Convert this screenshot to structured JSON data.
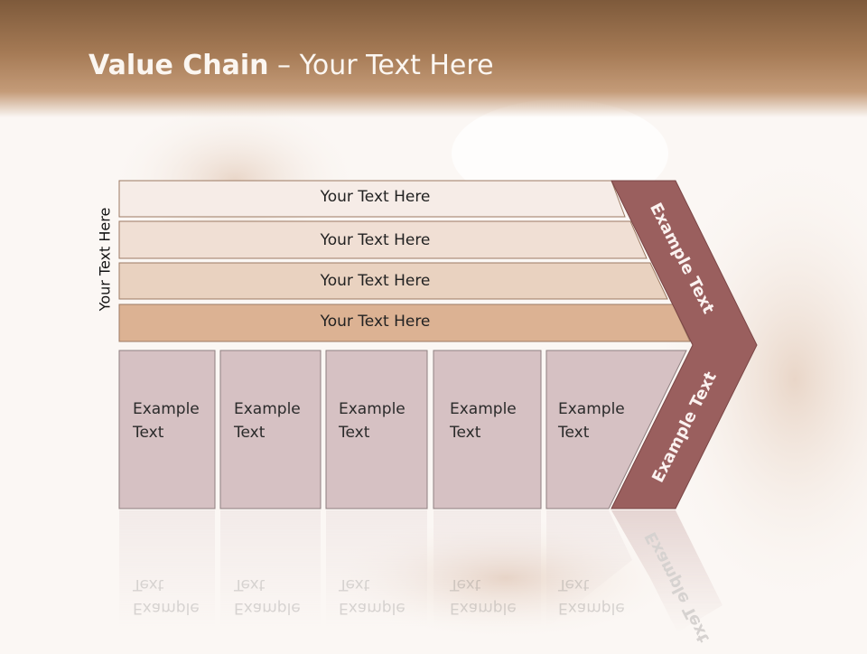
{
  "title": {
    "bold": "Value Chain",
    "rest": " – Your Text Here"
  },
  "side_label": "Your Text Here",
  "rows": [
    "Your Text Here",
    "Your Text Here",
    "Your Text Here",
    "Your Text Here"
  ],
  "columns": [
    {
      "line1": "Example",
      "line2": "Text"
    },
    {
      "line1": "Example",
      "line2": "Text"
    },
    {
      "line1": "Example",
      "line2": "Text"
    },
    {
      "line1": "Example",
      "line2": "Text"
    },
    {
      "line1": "Example",
      "line2": "Text"
    }
  ],
  "chevron": {
    "top": "Example Text",
    "bottom": "Example Text"
  },
  "colors": {
    "header": "#9c6f4b",
    "row1": "#f6ece7",
    "row2": "#f0dfd4",
    "row3": "#e9d2c0",
    "row4": "#dcb293",
    "column": "#d6c1c3",
    "chevron": "#9a5f5e"
  }
}
